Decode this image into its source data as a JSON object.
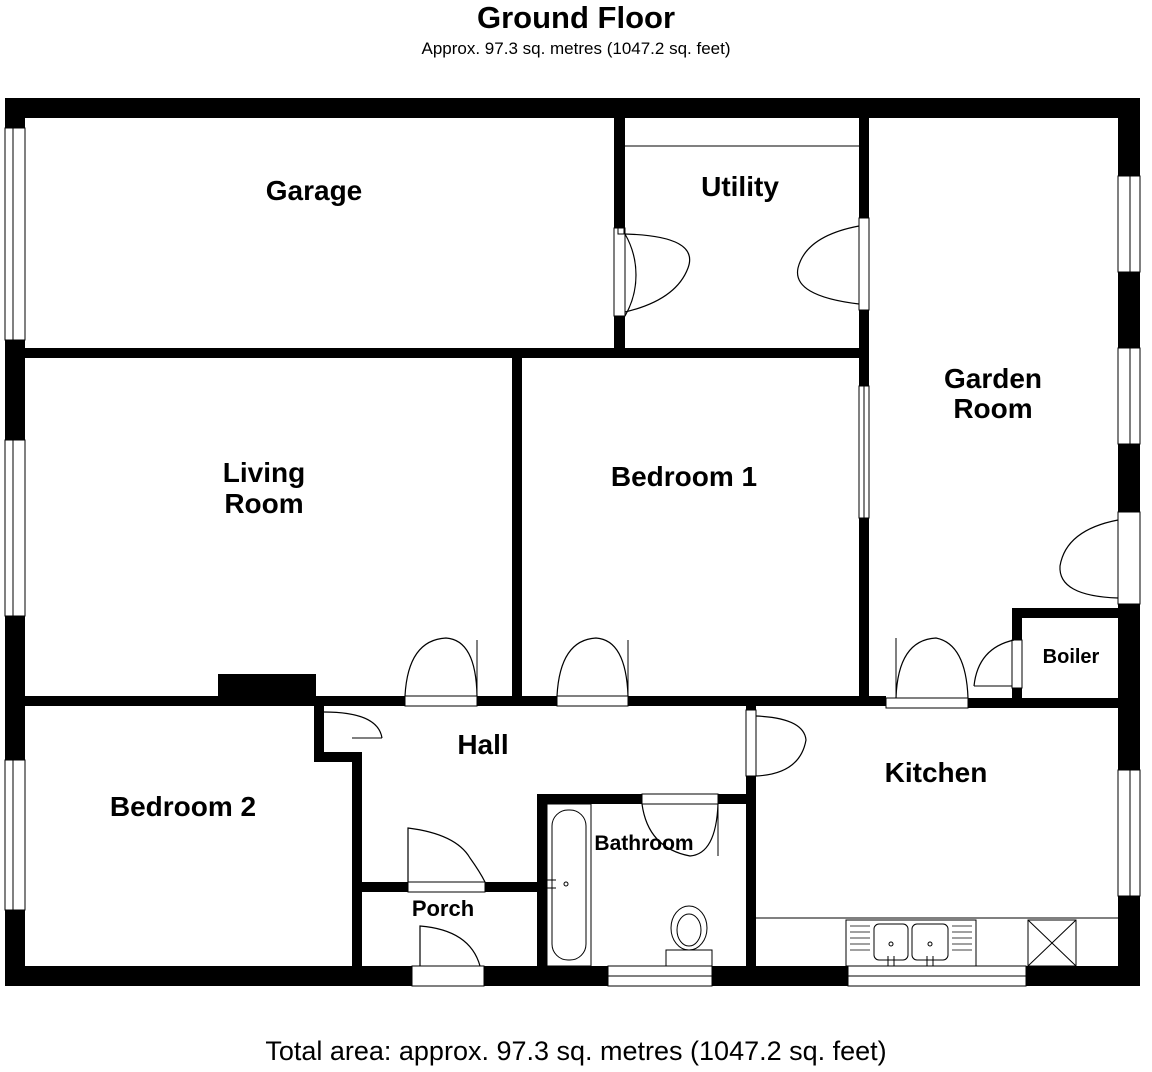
{
  "header": {
    "title": "Ground Floor",
    "subtitle": "Approx. 97.3 sq. metres (1047.2 sq. feet)"
  },
  "rooms": {
    "garage": "Garage",
    "utility": "Utility",
    "garden_room_line1": "Garden",
    "garden_room_line2": "Room",
    "living_room_line1": "Living",
    "living_room_line2": "Room",
    "bedroom1": "Bedroom 1",
    "bedroom2": "Bedroom 2",
    "hall": "Hall",
    "kitchen": "Kitchen",
    "boiler": "Boiler",
    "bathroom": "Bathroom",
    "porch": "Porch"
  },
  "footer": {
    "total": "Total area: approx. 97.3 sq. metres (1047.2 sq. feet)"
  }
}
